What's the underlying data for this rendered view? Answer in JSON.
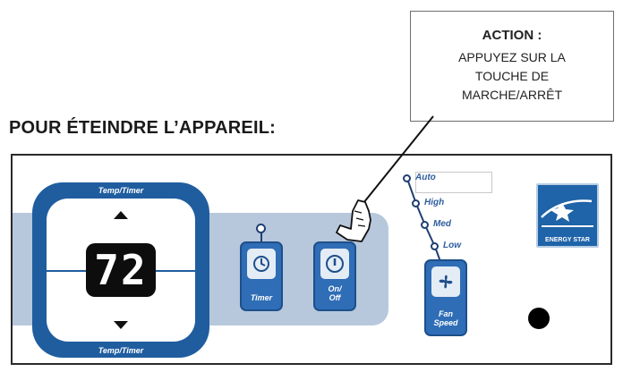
{
  "callout": {
    "title": "ACTION :",
    "lines": [
      "APPUYEZ SUR LA",
      "TOUCHE DE",
      "MARCHE/ARRÊT"
    ]
  },
  "heading": "POUR ÉTEINDRE L’APPAREIL:",
  "control_panel": {
    "temp_timer": {
      "top_label": "Temp/Timer",
      "bottom_label": "Temp/Timer",
      "display_value": "72"
    },
    "timer_button": {
      "label": "Timer",
      "icon": "timer-icon"
    },
    "power_button": {
      "label_line1": "On/",
      "label_line2": "Off",
      "icon": "power-icon"
    },
    "fan_speed_button": {
      "label_line1": "Fan",
      "label_line2": "Speed",
      "icon": "fan-icon"
    },
    "fan_speeds": [
      "Auto",
      "High",
      "Med",
      "Low"
    ],
    "energy_star_label": "ENERGY STAR",
    "colors": {
      "panel_blue": "#2f6db6",
      "band": "#b7c8dc",
      "frame": "#1f5d9f"
    }
  },
  "pointer": {
    "icon": "pointing-hand-icon"
  }
}
